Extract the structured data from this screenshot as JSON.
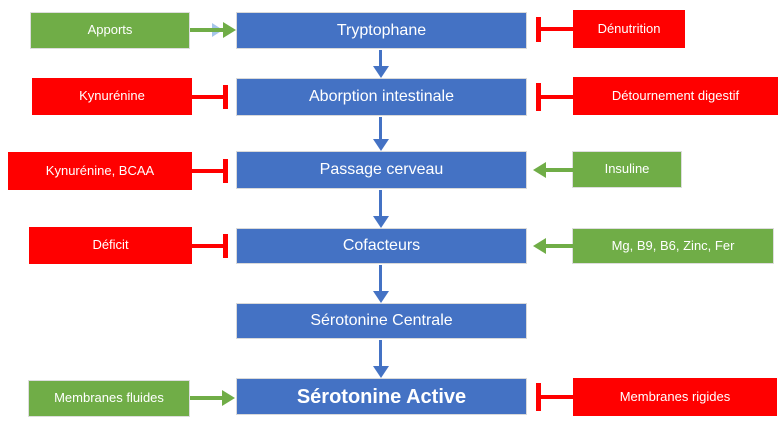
{
  "colors": {
    "node_blue": "#4472C4",
    "promoter_green": "#70AD47",
    "inhibitor_red": "#FF0000",
    "text_white": "#FFFFFF",
    "flow_arrow_blue": "#4472C4"
  },
  "chain": [
    {
      "label": "Tryptophane"
    },
    {
      "label": "Aborption intestinale"
    },
    {
      "label": "Passage cerveau"
    },
    {
      "label": "Cofacteurs"
    },
    {
      "label": "Sérotonine Centrale"
    },
    {
      "label": "Sérotonine Active"
    }
  ],
  "left_factors": [
    {
      "label": "Apports",
      "effect": "stimulates",
      "target": "Tryptophane"
    },
    {
      "label": "Kynurénine",
      "effect": "inhibits",
      "target": "Aborption intestinale"
    },
    {
      "label": "Kynurénine, BCAA",
      "effect": "inhibits",
      "target": "Passage cerveau"
    },
    {
      "label": "Déficit",
      "effect": "inhibits",
      "target": "Cofacteurs"
    },
    {
      "label": "Membranes fluides",
      "effect": "stimulates",
      "target": "Sérotonine Active"
    }
  ],
  "right_factors": [
    {
      "label": "Dénutrition",
      "effect": "inhibits",
      "target": "Tryptophane"
    },
    {
      "label": "Détournement digestif",
      "effect": "inhibits",
      "target": "Aborption intestinale"
    },
    {
      "label": "Insuline",
      "effect": "stimulates",
      "target": "Passage cerveau"
    },
    {
      "label": "Mg, B9, B6, Zinc, Fer",
      "effect": "stimulates",
      "target": "Cofacteurs"
    },
    {
      "label": "Membranes rigides",
      "effect": "inhibits",
      "target": "Sérotonine Active"
    }
  ]
}
